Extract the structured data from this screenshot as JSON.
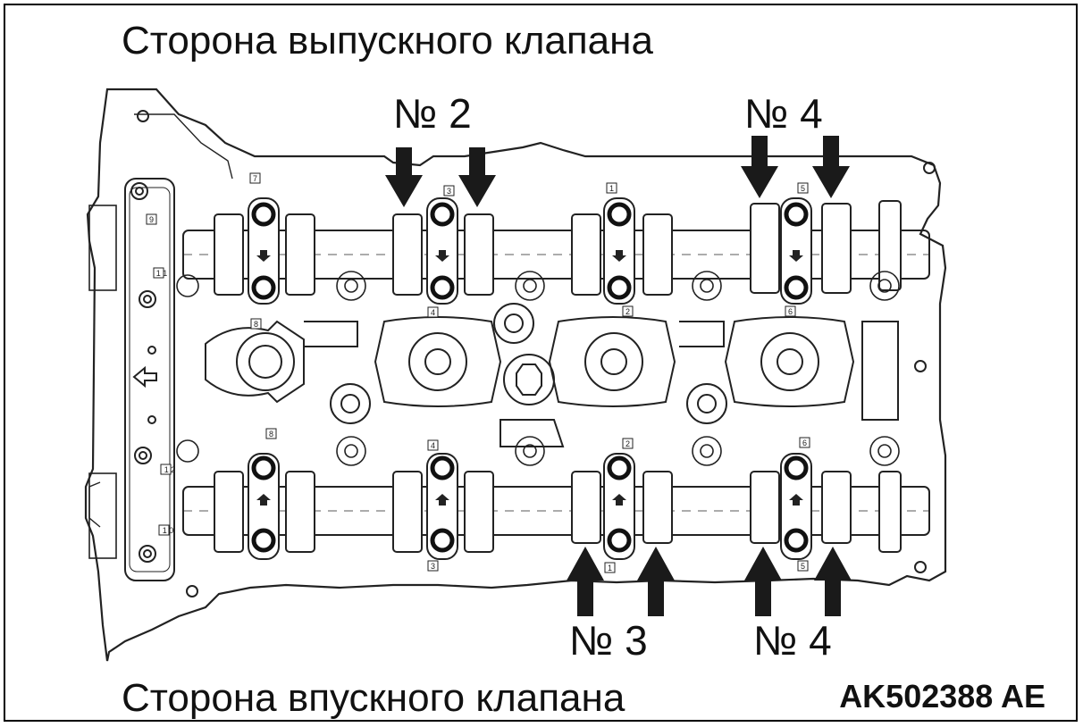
{
  "labels": {
    "exhaust_side": "Сторона выпускного клапана",
    "intake_side": "Сторона впускного клапана",
    "figure_code": "AK502388 AE"
  },
  "journal_labels": {
    "exhaust_left": "№ 2",
    "exhaust_right": "№ 4",
    "intake_left": "№ 3",
    "intake_right": "№ 4"
  },
  "cap_numbers": {
    "exhaust_top": [
      "7",
      "3",
      "1",
      "5"
    ],
    "exhaust_bottom": [
      "8",
      "4",
      "2",
      "6"
    ],
    "intake_top": [
      "8",
      "4",
      "2",
      "6"
    ],
    "intake_bottom": [
      "3",
      "1",
      "5"
    ],
    "side_top": [
      "9",
      "1 1"
    ],
    "side_bottom": [
      "1 2",
      "1 0"
    ]
  },
  "colors": {
    "line": "#222222",
    "arrow": "#1a1a1a",
    "background": "#ffffff"
  }
}
